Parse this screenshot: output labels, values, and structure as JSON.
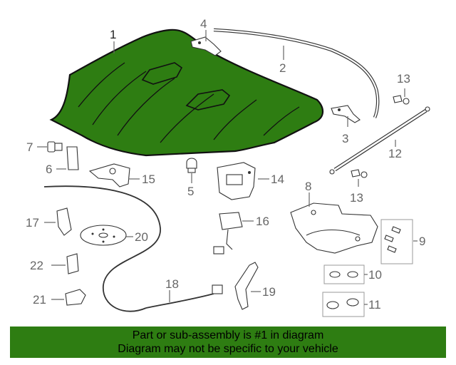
{
  "diagram": {
    "highlight_color": "#2e7d12",
    "callouts": [
      "1",
      "2",
      "3",
      "4",
      "5",
      "6",
      "7",
      "8",
      "9",
      "10",
      "11",
      "12",
      "13",
      "13",
      "14",
      "15",
      "16",
      "17",
      "18",
      "19",
      "20",
      "21",
      "22"
    ]
  },
  "banner": {
    "line1": "Part or sub-assembly is #1 in diagram",
    "line2": "Diagram may not be specific to your vehicle",
    "background": "#2e7d12",
    "text_color": "#000000"
  }
}
